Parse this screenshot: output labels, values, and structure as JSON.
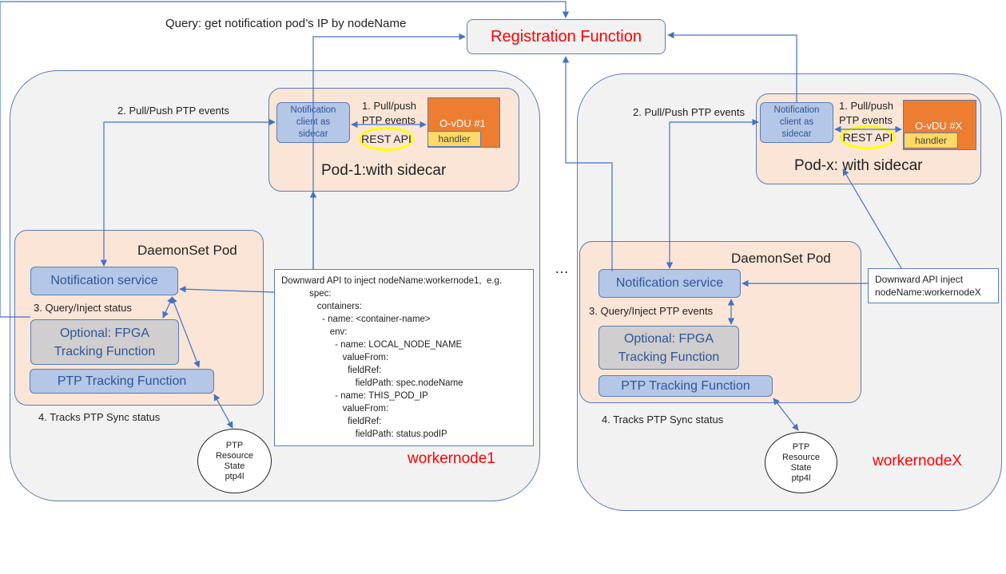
{
  "registration": {
    "title": "Registration Function"
  },
  "query_label": "Query: get notification pod’s IP by nodeName",
  "ellipsis": "…",
  "colors": {
    "node_bg": "#f2f2f2",
    "pod_bg": "#fbe5d6",
    "service_blue": "#b4c7e7",
    "text_blue": "#2f5597",
    "odu_orange": "#ed7d31",
    "handler_yellow": "#ffd966",
    "node_label_red": "#ff0000",
    "line_blue": "#4472c4"
  },
  "node1": {
    "name": "workernode1",
    "pull_push_label": "2. Pull/Push PTP events",
    "sidecar_pod": {
      "title": "Pod-1:with sidecar",
      "notification_client": "Notification client as sidecar",
      "pull_push_label": "1. Pull/push PTP events",
      "rest_api": "REST API",
      "odu": "O-vDU #1",
      "handler": "handler"
    },
    "daemonset": {
      "title": "DaemonSet  Pod",
      "notification_service": "Notification service",
      "query_label": "3. Query/Inject status",
      "fpga": "Optional: FPGA Tracking  Function",
      "ptp_tracking": "PTP Tracking Function"
    },
    "tracks_label": "4. Tracks PTP Sync status",
    "ptp_resource": "PTP\nResource\nState\nptp4l",
    "downward_api": [
      "Downward API to inject nodeName:workernode1,  e.g.",
      "           spec:",
      "              containers:",
      "                - name: <container-name>",
      "                   env:",
      "                     - name: LOCAL_NODE_NAME",
      "                        valueFrom:",
      "                          fieldRef:",
      "                             fieldPath: spec.nodeName",
      "                     - name: THIS_POD_IP",
      "                        valueFrom:",
      "                          fieldRef:",
      "                             fieldPath: status.podIP"
    ]
  },
  "nodeX": {
    "name": "workernodeX",
    "pull_push_label": "2. Pull/Push PTP events",
    "sidecar_pod": {
      "title": "Pod-x: with sidecar",
      "notification_client": "Notification client as sidecar",
      "pull_push_label": "1. Pull/push PTP events",
      "rest_api": "REST API",
      "odu": "O-vDU #X",
      "handler": "handler"
    },
    "daemonset": {
      "title": "DaemonSet  Pod",
      "notification_service": "Notification service",
      "query_label": "3. Query/Inject PTP events",
      "fpga": "Optional: FPGA Tracking Function",
      "ptp_tracking": "PTP Tracking Function"
    },
    "tracks_label": "4. Tracks PTP Sync status",
    "ptp_resource": "PTP\nResource\nState\nptp4l",
    "downward_api": [
      "Downward API inject",
      "nodeName:workernodeX"
    ]
  }
}
